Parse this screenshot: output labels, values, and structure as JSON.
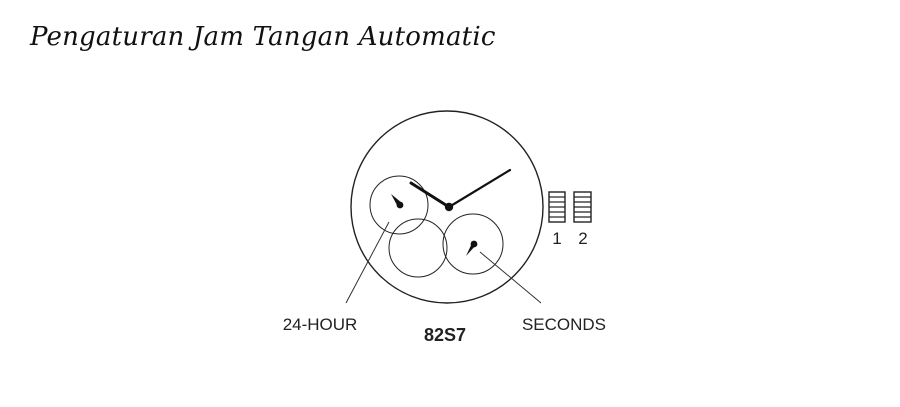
{
  "title": "Pengaturan Jam Tangan Automatic",
  "diagram": {
    "crown_positions": [
      "1",
      "2"
    ],
    "labels": {
      "twenty_four_hour": "24-HOUR",
      "seconds": "SECONDS",
      "model": "82S7"
    }
  }
}
